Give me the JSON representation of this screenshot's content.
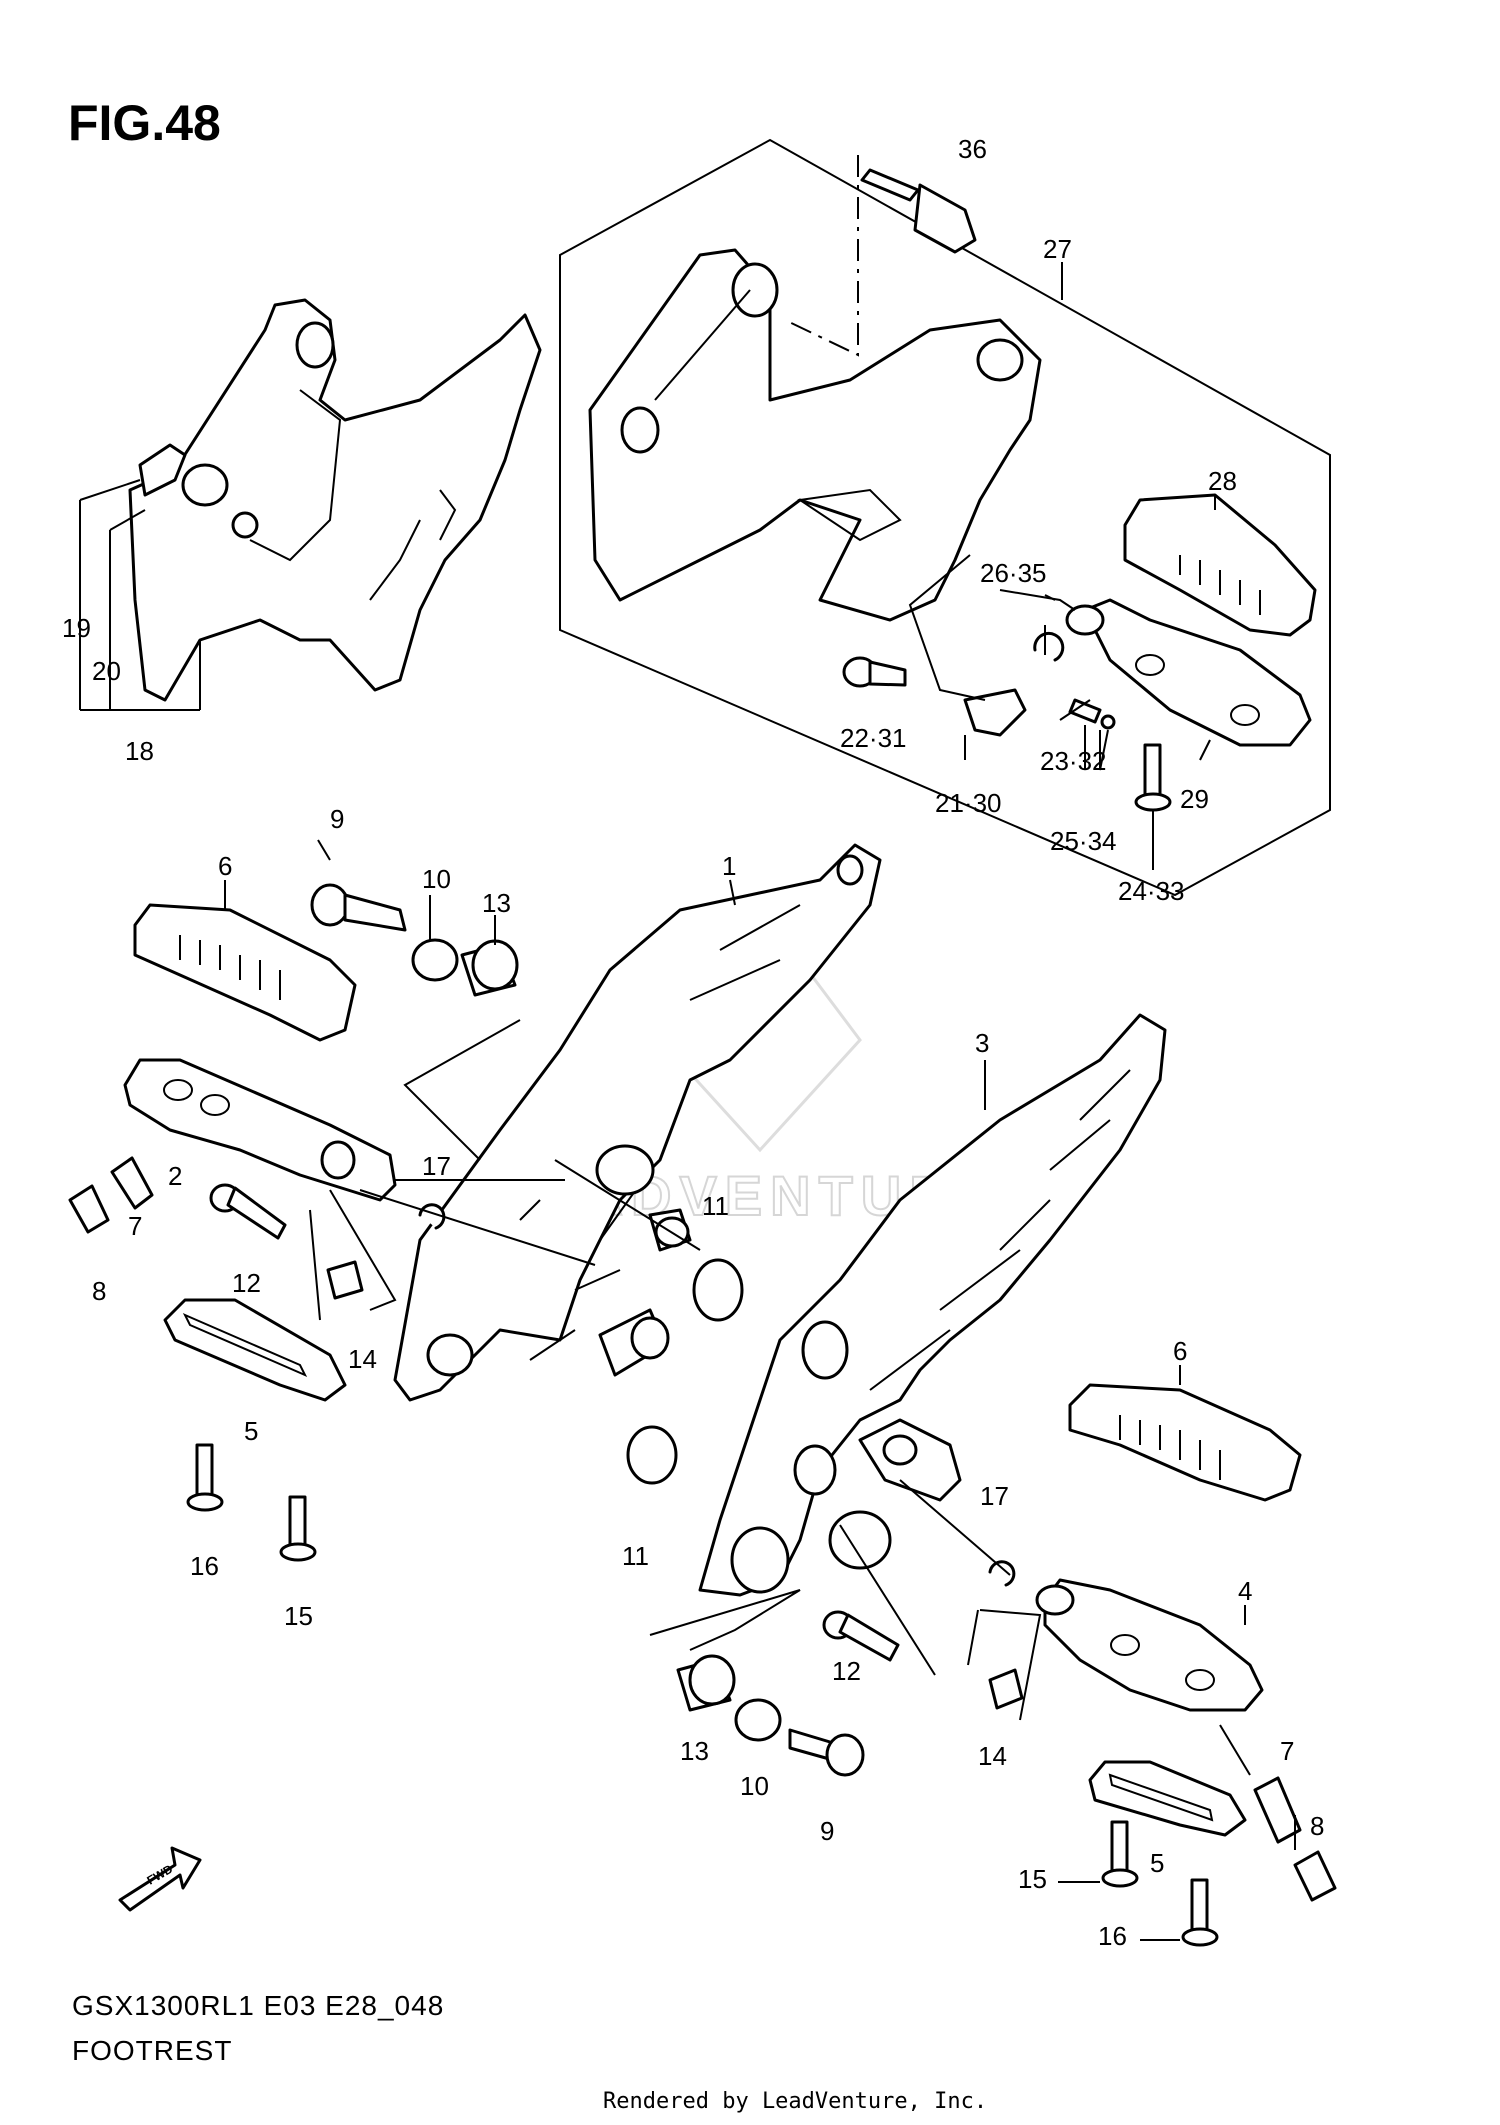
{
  "figure": {
    "title": "FIG.48",
    "model_code": "GSX1300RL1 E03 E28_048",
    "name": "FOOTREST",
    "credit": "Rendered by LeadVenture, Inc.",
    "watermark": "LEADVENTURE",
    "fwd_icon": "fwd-arrow-icon",
    "fwd_text": "FWD"
  },
  "callouts": {
    "c36": "36",
    "c27": "27",
    "c28": "28",
    "c26_35": "26·35",
    "c22_31": "22·31",
    "c23_32": "23·32",
    "c21_30": "21·30",
    "c29": "29",
    "c25_34": "25·34",
    "c24_33": "24·33",
    "c19": "19",
    "c20": "20",
    "c18": "18",
    "c9a": "9",
    "c6a": "6",
    "c10a": "10",
    "c13a": "13",
    "c1": "1",
    "c2": "2",
    "c7a": "7",
    "c8a": "8",
    "c12a": "12",
    "c17a": "17",
    "c11a": "11",
    "c14a": "14",
    "c5a": "5",
    "c16a": "16",
    "c15a": "15",
    "c3": "3",
    "c6b": "6",
    "c17b": "17",
    "c4": "4",
    "c11b": "11",
    "c12b": "12",
    "c14b": "14",
    "c13b": "13",
    "c10b": "10",
    "c9b": "9",
    "c7b": "7",
    "c8b": "8",
    "c5b": "5",
    "c15b": "15",
    "c16b": "16"
  }
}
